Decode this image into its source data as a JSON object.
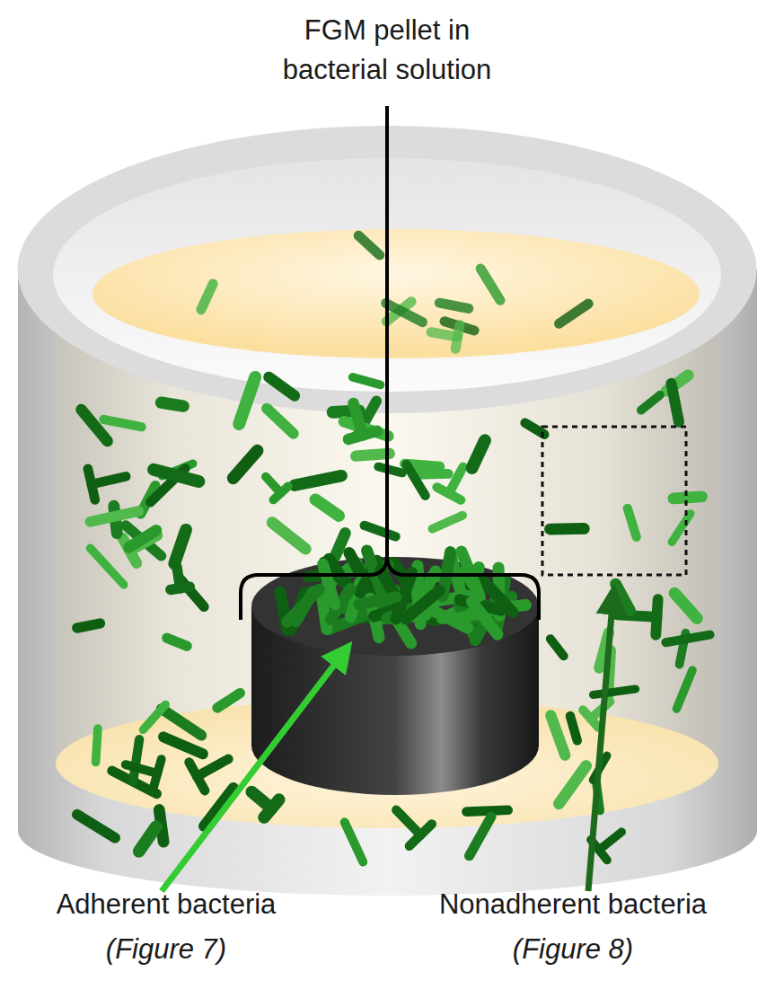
{
  "diagram": {
    "labels": [
      "FGM pellet in bacterial solution",
      "Adherent bacteria",
      "(Figure 7)",
      "Nonadherent bacteria",
      "(Figure 8)"
    ]
  }
}
